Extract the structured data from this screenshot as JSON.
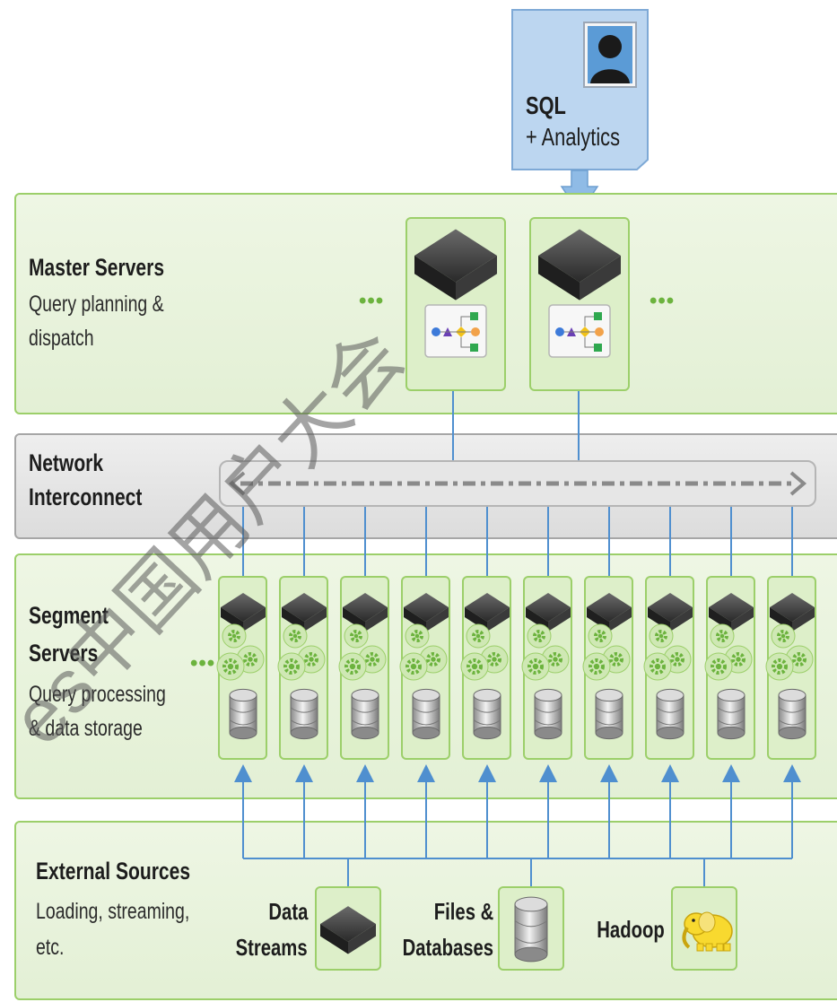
{
  "client": {
    "line1": "SQL",
    "line2": "+ Analytics",
    "icon": "user-silhouette-icon"
  },
  "master": {
    "title": "Master Servers",
    "subtitle_line1": "Query planning &",
    "subtitle_line2": "dispatch",
    "more": "•••"
  },
  "network": {
    "title_line1": "Network",
    "title_line2": "Interconnect"
  },
  "segment": {
    "title_line1": "Segment",
    "title_line2": "Servers",
    "subtitle_line1": "Query processing",
    "subtitle_line2": "& data storage",
    "more": "•••"
  },
  "external": {
    "title": "External Sources",
    "subtitle_line1": "Loading, streaming,",
    "subtitle_line2": "etc.",
    "sources": [
      {
        "label_line1": "Data",
        "label_line2": "Streams",
        "icon": "server-icon"
      },
      {
        "label_line1": "Files &",
        "label_line2": "Databases",
        "icon": "database-icon"
      },
      {
        "label_line1": "Hadoop",
        "label_line2": "",
        "icon": "hadoop-elephant-icon"
      }
    ]
  },
  "watermark": "es中国用户大会",
  "colors": {
    "panel_green": "#e3f0d5",
    "border_green": "#9ccf6a",
    "link_blue": "#4f8fcf",
    "client_blue": "#bcd6f0",
    "dark_server": "#2e2e2e"
  }
}
